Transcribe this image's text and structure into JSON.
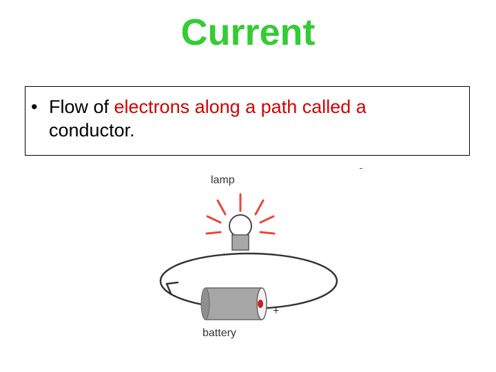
{
  "slide": {
    "title": "Current",
    "bullet": {
      "marker": "•",
      "prefix": "Flow of ",
      "highlight": "electrons along a path called a",
      "suffix": "conductor."
    }
  },
  "diagram": {
    "lamp_label": "lamp",
    "battery_label": "battery",
    "plus_label": "+"
  },
  "colors": {
    "title": "#33cc33",
    "highlight": "#d40000",
    "rays": "#e8463c"
  }
}
